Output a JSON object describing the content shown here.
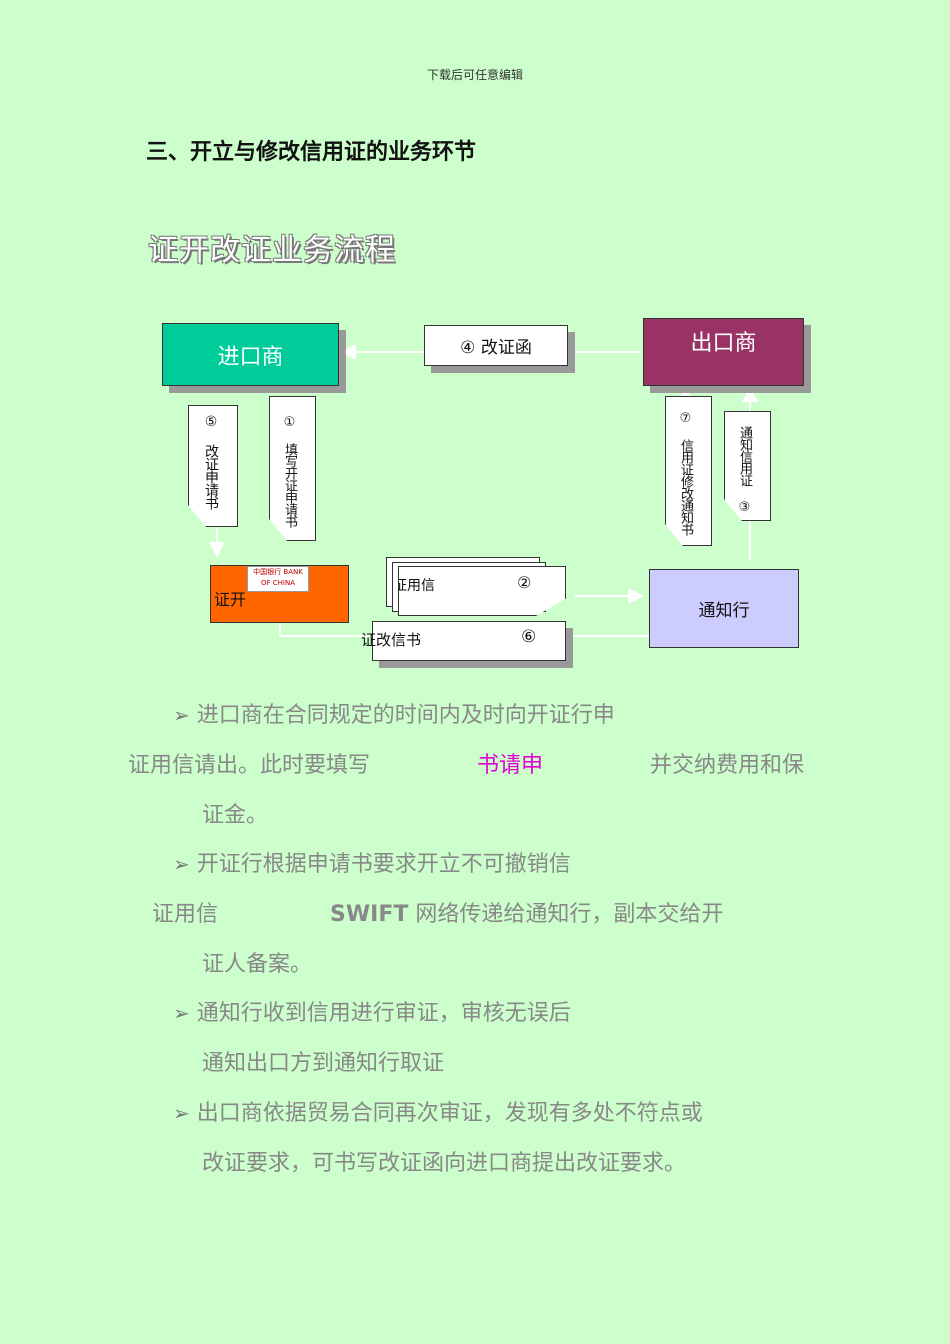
{
  "header_note": "下载后可任意编辑",
  "section_title": "三、开立与修改信用证的业务环节",
  "flow_title": "证开改证业务流程",
  "diagram": {
    "importer": "进口商",
    "exporter": "出口商",
    "amend_letter": "④ 改证函",
    "amend_application": "⑤ 改证申请书",
    "open_application": "① 填写开证申请书",
    "amend_notice": "⑦ 信用证修改通知书",
    "notify_lc": "通知信用证 ③",
    "bank_logo": "中国银行 BANK OF CHINA",
    "issuing_bank": "证开",
    "advising_bank": "通知行",
    "lc_doc": "证用信",
    "lc_doc_num": "②",
    "amend_doc": "证改信书",
    "amend_doc_num": "⑥"
  },
  "bullets": {
    "b1_l1_a": "进口商在合同规定的时间内及时",
    "b1_l1_b": "向开证行申",
    "b1_l2_a": "证用信请出。此时要填写",
    "b1_l2_mid": "书请申",
    "b1_l2_c": "并交纳费用和保",
    "b1_l3": "证金。",
    "b2_l1": "开证行根据申请书要求开立不可撤销信",
    "b2_l2_a": "证用信",
    "b2_l2_b": "SWIFT",
    "b2_l2_c": "网络传递给通知行，副本交给开",
    "b2_l3": "证人备案。",
    "b3_l1_a": "通知行收到信用",
    "b3_l1_b": "进行审证，审核无误后",
    "b3_l2": "通知出口方到通知行取证",
    "b4_l1": "出口商依据贸易合同再次审证，发现有多处不符点或",
    "b4_l2": "改证要求，可书写改证函向进口商提出改证要求。"
  },
  "colors": {
    "background": "#ccffcc",
    "importer": "#00cc99",
    "exporter": "#993366",
    "issuing_bank": "#ff6600",
    "advising_bank": "#ccccff",
    "highlight": "#e300d4"
  }
}
